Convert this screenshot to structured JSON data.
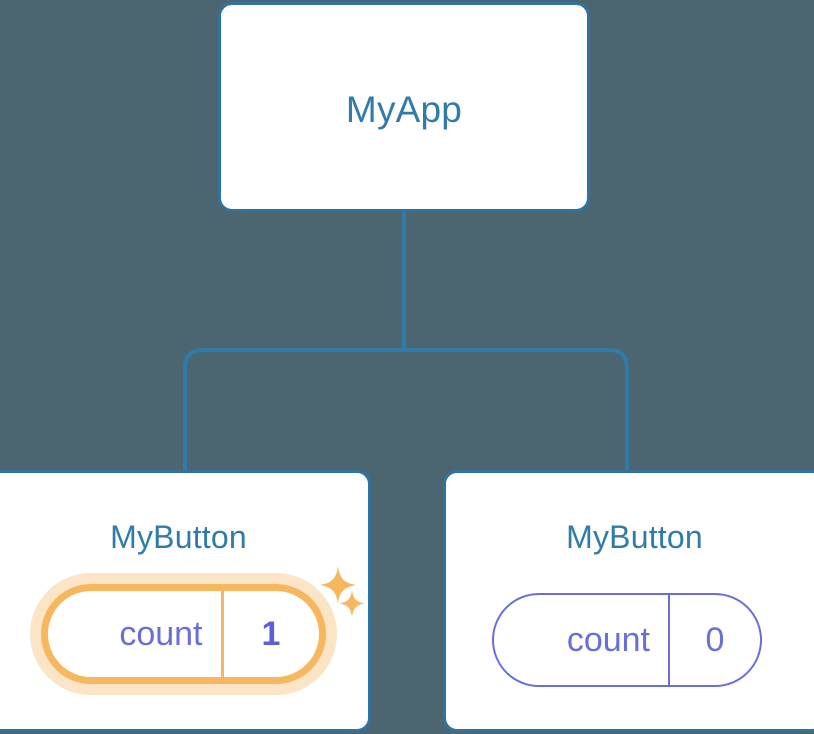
{
  "theme": {
    "background": "#4b6670",
    "card_background": "#ffffff",
    "card_border": "#31739e",
    "title_color": "#2f7ca8",
    "connector_color": "#2f7ca8",
    "state_color": "#6670d8",
    "highlight_color": "#f7b75e",
    "highlight_glow": "#f9be78",
    "highlight_value_color": "#5a5fe2"
  },
  "tree": {
    "root": {
      "title": "MyApp"
    },
    "children": [
      {
        "title": "MyButton",
        "state": {
          "key": "count",
          "value": "1"
        },
        "highlighted": true,
        "sparkles": [
          "sparkle-large-icon",
          "sparkle-small-icon"
        ]
      },
      {
        "title": "MyButton",
        "state": {
          "key": "count",
          "value": "0"
        },
        "highlighted": false,
        "sparkles": []
      }
    ]
  }
}
